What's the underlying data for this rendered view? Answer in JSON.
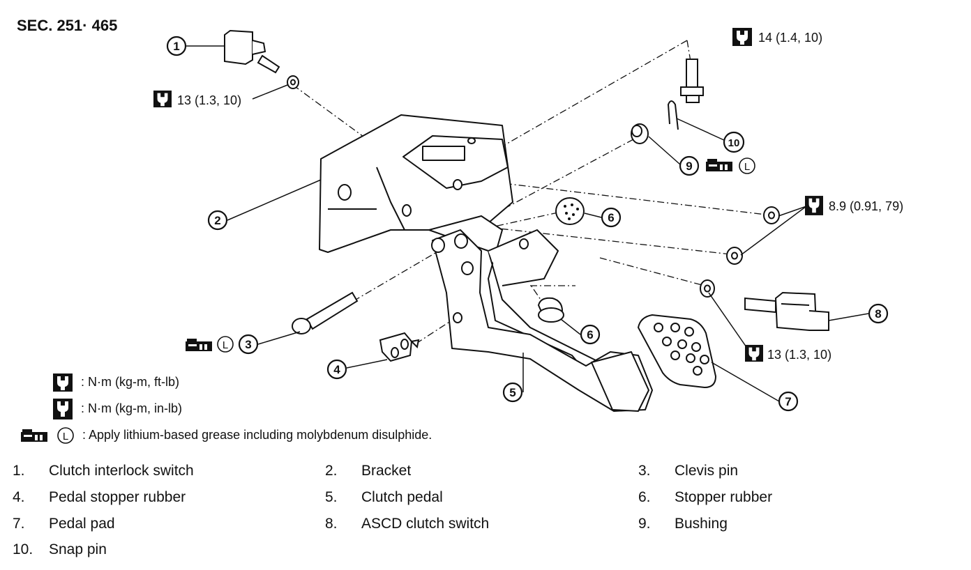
{
  "section": "SEC. 251· 465",
  "callouts": [
    {
      "id": "1",
      "label": "1"
    },
    {
      "id": "2",
      "label": "2"
    },
    {
      "id": "3",
      "label": "3"
    },
    {
      "id": "4",
      "label": "4"
    },
    {
      "id": "5",
      "label": "5"
    },
    {
      "id": "6a",
      "label": "6"
    },
    {
      "id": "6b",
      "label": "6"
    },
    {
      "id": "7",
      "label": "7"
    },
    {
      "id": "8",
      "label": "8"
    },
    {
      "id": "9",
      "label": "9"
    },
    {
      "id": "10",
      "label": "10"
    }
  ],
  "torques": {
    "t_switch_nut": "13 (1.3, 10)",
    "t_bolt": "14 (1.4, 10)",
    "t_bracket_nuts": "8.9 (0.91, 79)",
    "t_ascd_nut": "13 (1.3, 10)"
  },
  "grease_letter": "L",
  "legend": {
    "ftlb": ": N·m (kg-m, ft-lb)",
    "inlb": ": N·m (kg-m, in-lb)",
    "grease": ": Apply lithium-based grease including molybdenum disulphide."
  },
  "parts": [
    {
      "num": "1.",
      "name": "Clutch interlock switch"
    },
    {
      "num": "2.",
      "name": "Bracket"
    },
    {
      "num": "3.",
      "name": "Clevis pin"
    },
    {
      "num": "4.",
      "name": "Pedal stopper rubber"
    },
    {
      "num": "5.",
      "name": "Clutch pedal"
    },
    {
      "num": "6.",
      "name": "Stopper rubber"
    },
    {
      "num": "7.",
      "name": "Pedal pad"
    },
    {
      "num": "8.",
      "name": "ASCD clutch switch"
    },
    {
      "num": "9.",
      "name": "Bushing"
    },
    {
      "num": "10.",
      "name": "Snap pin"
    }
  ],
  "icons": [
    "torque-wrench-icon",
    "torque-wrench-inlb-icon",
    "grease-gun-icon",
    "lubricant-l-icon"
  ]
}
